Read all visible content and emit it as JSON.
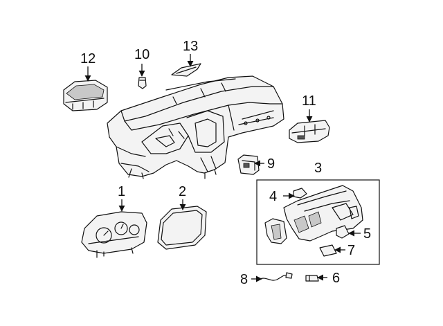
{
  "callouts": {
    "c1": "1",
    "c2": "2",
    "c3": "3",
    "c4": "4",
    "c5": "5",
    "c6": "6",
    "c7": "7",
    "c8": "8",
    "c9": "9",
    "c10": "10",
    "c11": "11",
    "c12": "12",
    "c13": "13"
  },
  "icons": {
    "dash": "instrument-panel-icon",
    "cluster": "instrument-cluster-icon",
    "lens": "cluster-lens-icon",
    "console": "center-console-bezel-icon",
    "bulb": "bulb-icon",
    "harness": "wire-harness-icon"
  },
  "colors": {
    "line": "#111111",
    "background": "#ffffff"
  }
}
